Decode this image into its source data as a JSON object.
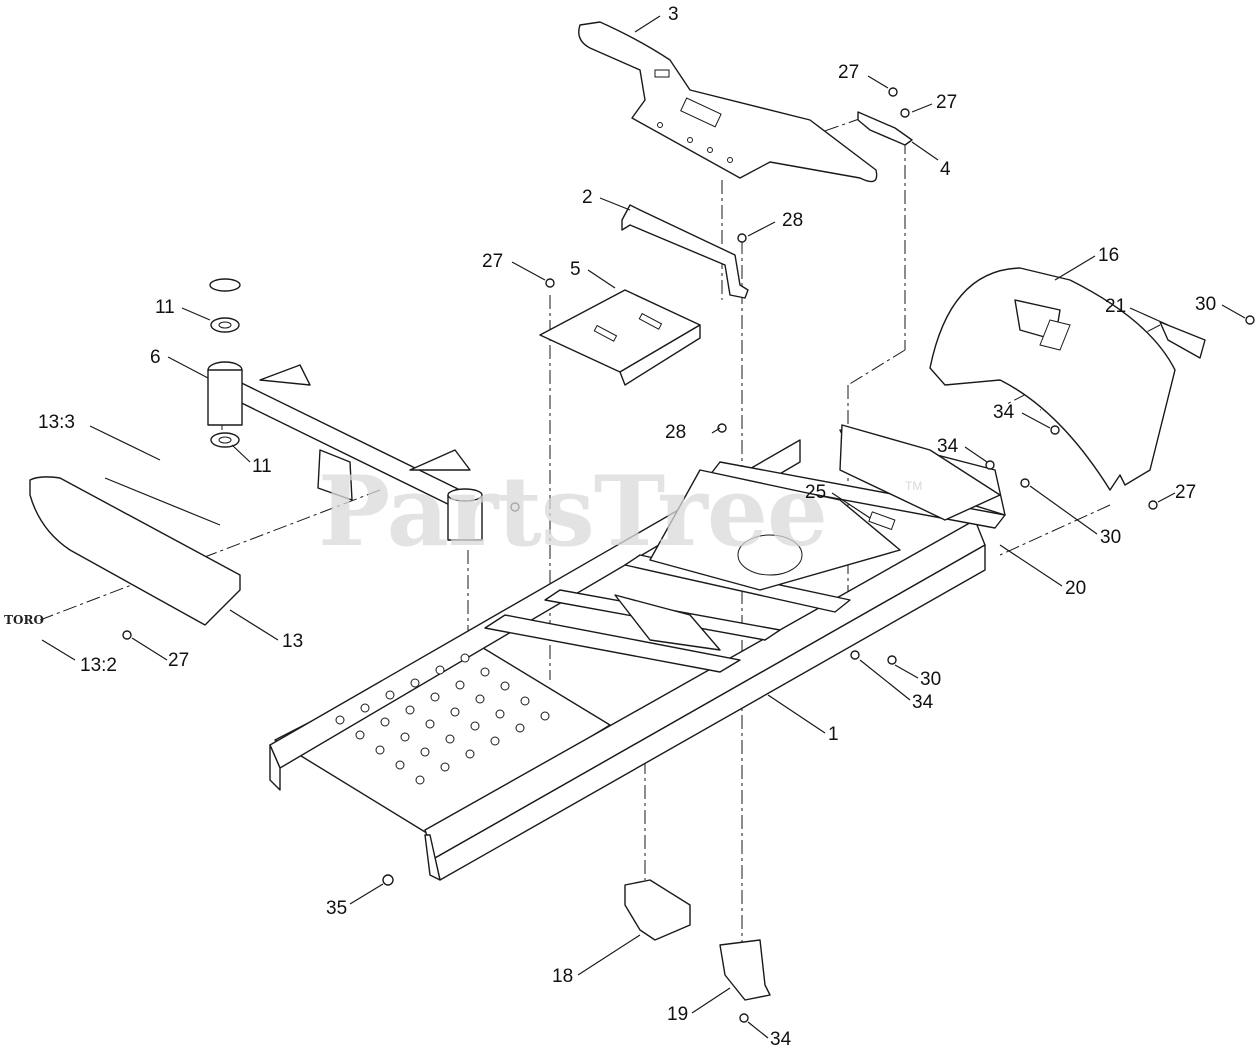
{
  "watermark": {
    "text": "PartsTree",
    "mark": "TM"
  },
  "decal_text": "TORO",
  "callouts": [
    {
      "id": "c-3",
      "label": "3"
    },
    {
      "id": "c-27a",
      "label": "27"
    },
    {
      "id": "c-27b",
      "label": "27"
    },
    {
      "id": "c-4",
      "label": "4"
    },
    {
      "id": "c-2",
      "label": "2"
    },
    {
      "id": "c-28a",
      "label": "28"
    },
    {
      "id": "c-27c",
      "label": "27"
    },
    {
      "id": "c-5",
      "label": "5"
    },
    {
      "id": "c-16",
      "label": "16"
    },
    {
      "id": "c-21",
      "label": "21"
    },
    {
      "id": "c-30a",
      "label": "30"
    },
    {
      "id": "c-11a",
      "label": "11"
    },
    {
      "id": "c-6",
      "label": "6"
    },
    {
      "id": "c-34a",
      "label": "34"
    },
    {
      "id": "c-28b",
      "label": "28"
    },
    {
      "id": "c-34b",
      "label": "34"
    },
    {
      "id": "c-13-3",
      "label": "13:3"
    },
    {
      "id": "c-11b",
      "label": "11"
    },
    {
      "id": "c-25",
      "label": "25"
    },
    {
      "id": "c-27d",
      "label": "27"
    },
    {
      "id": "c-30b",
      "label": "30"
    },
    {
      "id": "c-20",
      "label": "20"
    },
    {
      "id": "c-13",
      "label": "13"
    },
    {
      "id": "c-13-2",
      "label": "13:2"
    },
    {
      "id": "c-27e",
      "label": "27"
    },
    {
      "id": "c-30c",
      "label": "30"
    },
    {
      "id": "c-34c",
      "label": "34"
    },
    {
      "id": "c-1",
      "label": "1"
    },
    {
      "id": "c-35",
      "label": "35"
    },
    {
      "id": "c-18",
      "label": "18"
    },
    {
      "id": "c-19",
      "label": "19"
    },
    {
      "id": "c-34d",
      "label": "34"
    }
  ]
}
